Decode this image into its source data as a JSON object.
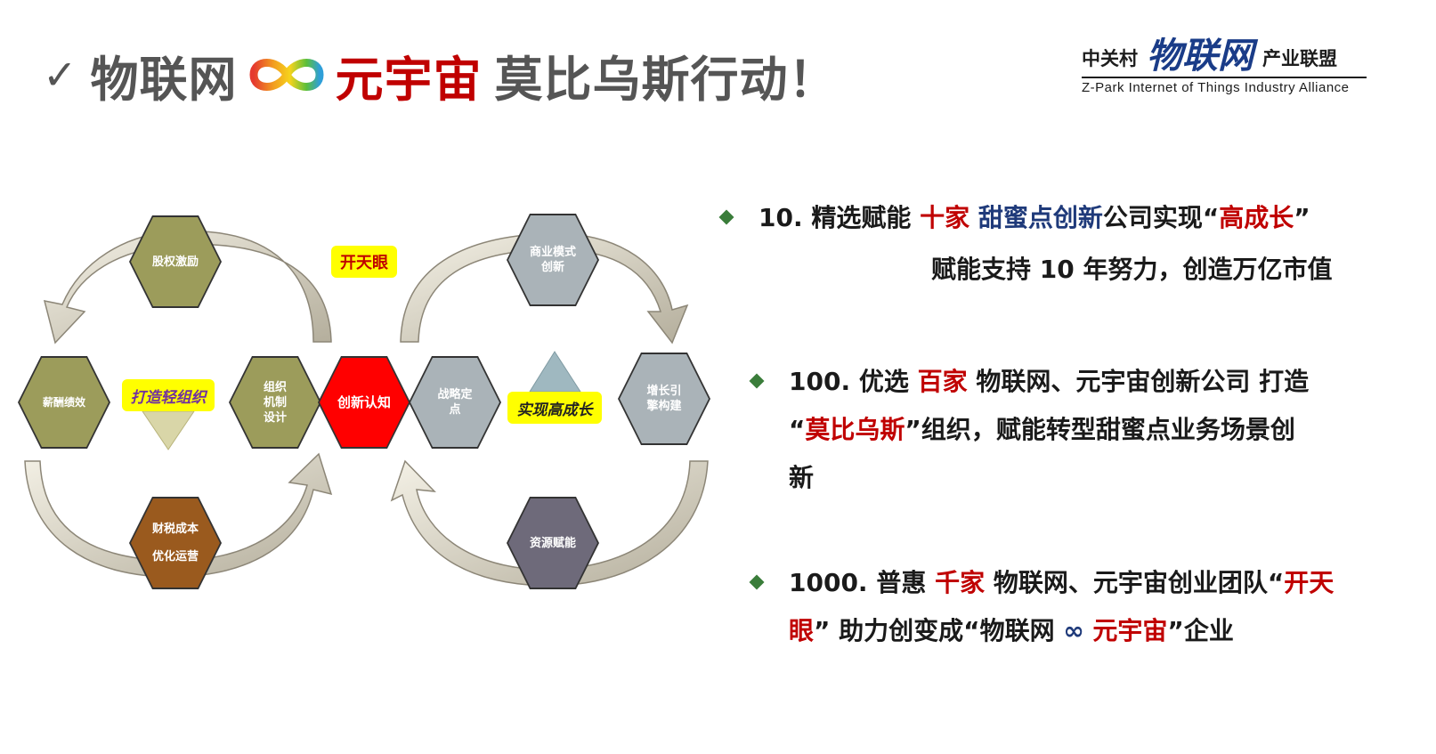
{
  "header": {
    "check": "✓",
    "title_left": "物联网",
    "title_red": "元宇宙",
    "title_right": "莫比乌斯行动！"
  },
  "logo": {
    "left": "中关村",
    "big": "物联网",
    "right": "产业联盟",
    "english": "Z-Park Internet of Things Industry Alliance"
  },
  "diagram": {
    "hexagons": {
      "equity": "股权激励",
      "salary": "薪酬绩效",
      "org": "组织\n机制\n设计",
      "finance_line1": "财税成本",
      "finance_line2": "优化运营",
      "innovation": "创新认知",
      "strategy": "战略定\n点",
      "business": "商业模式\n创新",
      "growth": "增长引\n擎构建",
      "resource": "资源赋能"
    },
    "tags": {
      "open_eye": "开天眼",
      "light_org": "打造轻组织",
      "high_growth": "实现高成长"
    },
    "colors": {
      "olive": "#9c9c5b",
      "gray_blue": "#aab3b8",
      "red": "#ff0000",
      "brown": "#9a5a1e",
      "slate": "#6e6a7a"
    }
  },
  "bullets": [
    {
      "line1": {
        "lead": "10. 精选赋能 ",
        "red1": "十家 ",
        "blue": "甜蜜点创新",
        "mid": "公司实现“",
        "red2": "高成长",
        "tail": "”"
      },
      "line2": "赋能支持 10 年努力，创造万亿市值"
    },
    {
      "line1": {
        "lead": "100. 优选 ",
        "red1": "百家",
        "tail": " 物联网、元宇宙创新公司 打造"
      },
      "line2": {
        "open": "“",
        "red": "莫比乌斯",
        "tail": "”组织，赋能转型甜蜜点业务场景创"
      },
      "line3": "新"
    },
    {
      "line1": {
        "lead": "1000. 普惠 ",
        "red1": "千家",
        "mid": " 物联网、元宇宙创业团队“",
        "red2": "开天"
      },
      "line2": {
        "red": "眼",
        "mid": "” 助力创变成“物联网 ",
        "sym": "∞",
        "sp": " ",
        "red2": "元宇宙",
        "tail": "”企业"
      }
    }
  ]
}
